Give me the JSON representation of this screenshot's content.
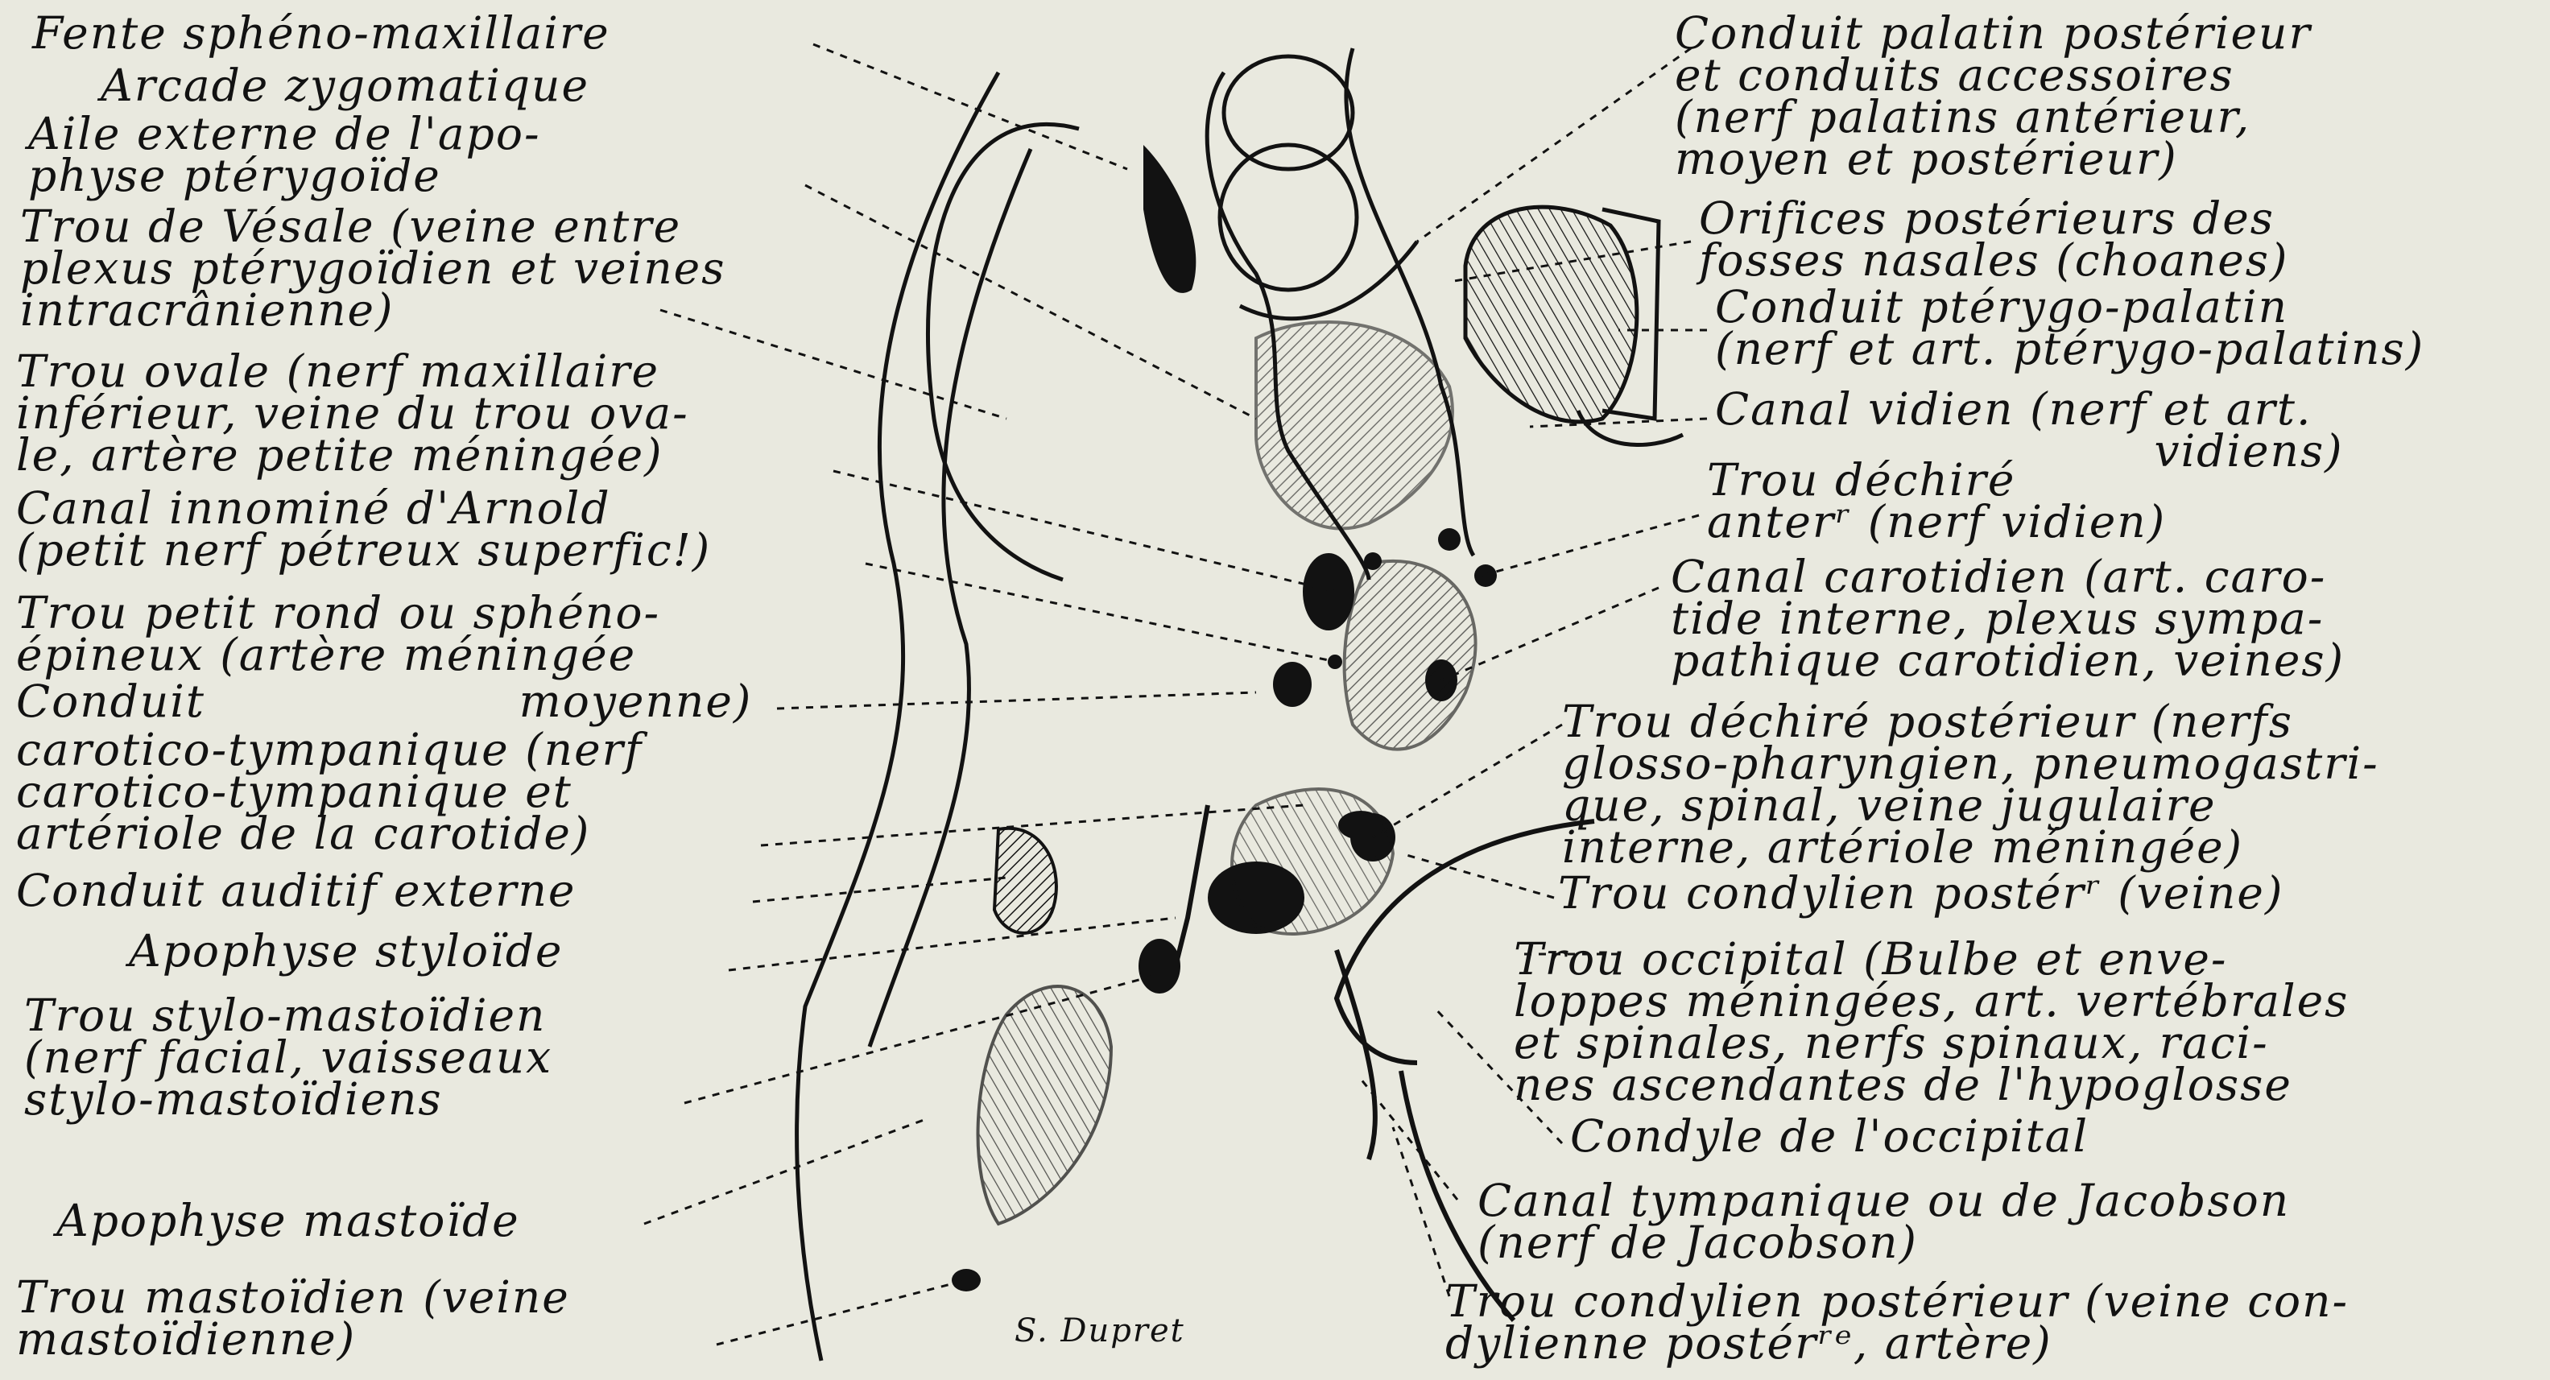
{
  "figure": {
    "signature": "S. Dupret",
    "labels_left": [
      {
        "id": "fente",
        "text": "Fente sphéno-maxillaire"
      },
      {
        "id": "arcade",
        "text": "Arcade zygomatique"
      },
      {
        "id": "aile",
        "text": "Aile externe de l'apo-\nphyse ptérygoïde"
      },
      {
        "id": "vesale",
        "text": "Trou de Vésale (veine entre\nplexus ptérygoïdien et veines\nintracrânienne)"
      },
      {
        "id": "ovale",
        "text": "Trou ovale (nerf maxillaire\ninférieur, veine du trou ova-\nle, artère petite méningée)"
      },
      {
        "id": "arnold",
        "text": "Canal innominé d'Arnold\n(petit nerf pétreux superfic!)"
      },
      {
        "id": "petitrond",
        "text": "Trou petit rond ou sphéno-\népineux (artère méningée"
      },
      {
        "id": "conduitct",
        "text": "Conduit                    moyenne)"
      },
      {
        "id": "carotico",
        "text": "carotico-tympanique (nerf\ncarotico-tympanique et\nartériole de la carotide)"
      },
      {
        "id": "auditif",
        "text": "Conduit auditif externe"
      },
      {
        "id": "styloide",
        "text": "Apophyse styloïde"
      },
      {
        "id": "stylomast",
        "text": "Trou stylo-mastoïdien\n(nerf facial, vaisseaux\nstylo-mastoïdiens"
      },
      {
        "id": "mastoide",
        "text": "Apophyse mastoïde"
      },
      {
        "id": "troumast",
        "text": "Trou mastoïdien (veine\nmastoïdienne)"
      }
    ],
    "labels_right": [
      {
        "id": "palatin",
        "text": "Conduit palatin postérieur\net conduits accessoires\n(nerf palatins antérieur,\nmoyen et postérieur)"
      },
      {
        "id": "choanes",
        "text": "Orifices postérieurs des\nfosses nasales (choanes)"
      },
      {
        "id": "pterygo",
        "text": "Conduit ptérygo-palatin\n(nerf et art. ptérygo-palatins)"
      },
      {
        "id": "vidien",
        "text": "Canal vidien (nerf et art.\n                            vidiens)"
      },
      {
        "id": "dechireant",
        "text": "Trou déchiré\nanterʳ (nerf vidien)"
      },
      {
        "id": "carotidien",
        "text": "Canal carotidien (art. caro-\ntide interne, plexus sympa-\npathique carotidien, veines)"
      },
      {
        "id": "dechirepost",
        "text": "Trou déchiré postérieur (nerfs\nglosso-pharyngien, pneumogastri-\nque, spinal, veine jugulaire\ninterne, artériole méningée)"
      },
      {
        "id": "condylien1",
        "text": "Trou condylien postérʳ (veine)"
      },
      {
        "id": "occipital",
        "text": "Trou occipital (Bulbe et enve-\nloppes méningées, art. vertébrales\net spinales, nerfs spinaux, raci-\nnes ascendantes de l'hypoglosse"
      },
      {
        "id": "condyle",
        "text": "Condyle de l'occipital"
      },
      {
        "id": "jacobson",
        "text": "Canal tympanique ou de Jacobson\n(nerf de Jacobson)"
      },
      {
        "id": "condylien2",
        "text": "Trou condylien postérieur (veine con-\ndylienne postérʳᵉ, artère)"
      }
    ],
    "colors": {
      "paper": "#e9e9df",
      "ink": "#121212"
    }
  }
}
